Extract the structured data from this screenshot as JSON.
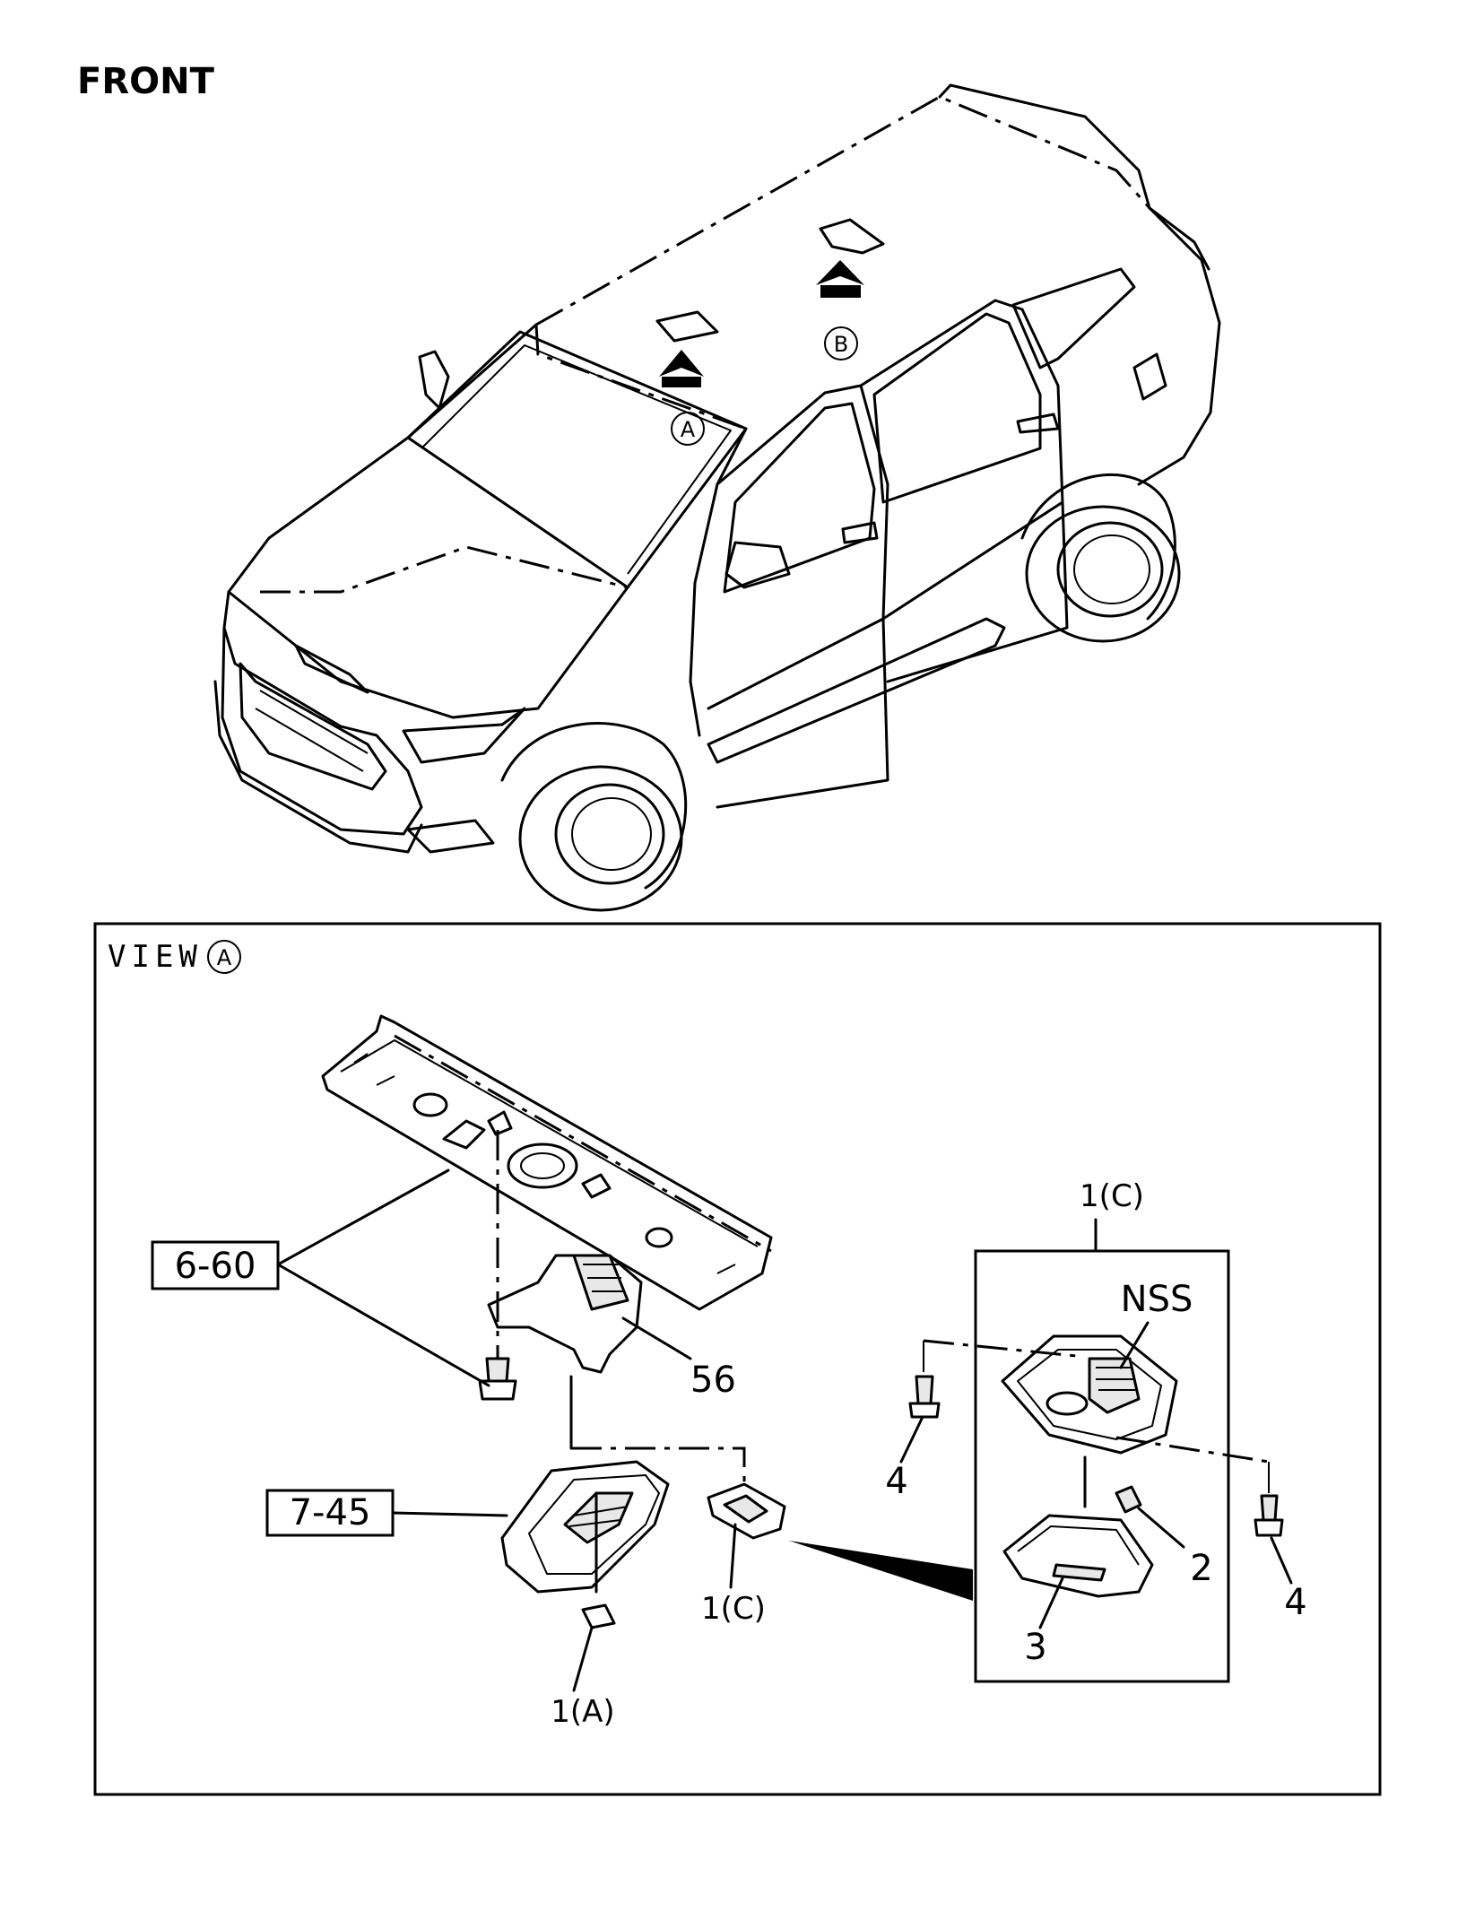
{
  "title": "FRONT",
  "vehicle_markers": {
    "a": "A",
    "b": "B"
  },
  "view": {
    "label": "VIEW",
    "marker": "A"
  },
  "callouts": {
    "ref_6_60": "6-60",
    "ref_7_45": "7-45",
    "part_56": "56",
    "part_1a": "1(A)",
    "part_1c_small": "1(C)",
    "part_1c_detail": "1(C)",
    "nss": "NSS",
    "part_2": "2",
    "part_3": "3",
    "part_4_left": "4",
    "part_4_right": "4"
  },
  "colors": {
    "line": "#000000",
    "background": "#ffffff"
  }
}
